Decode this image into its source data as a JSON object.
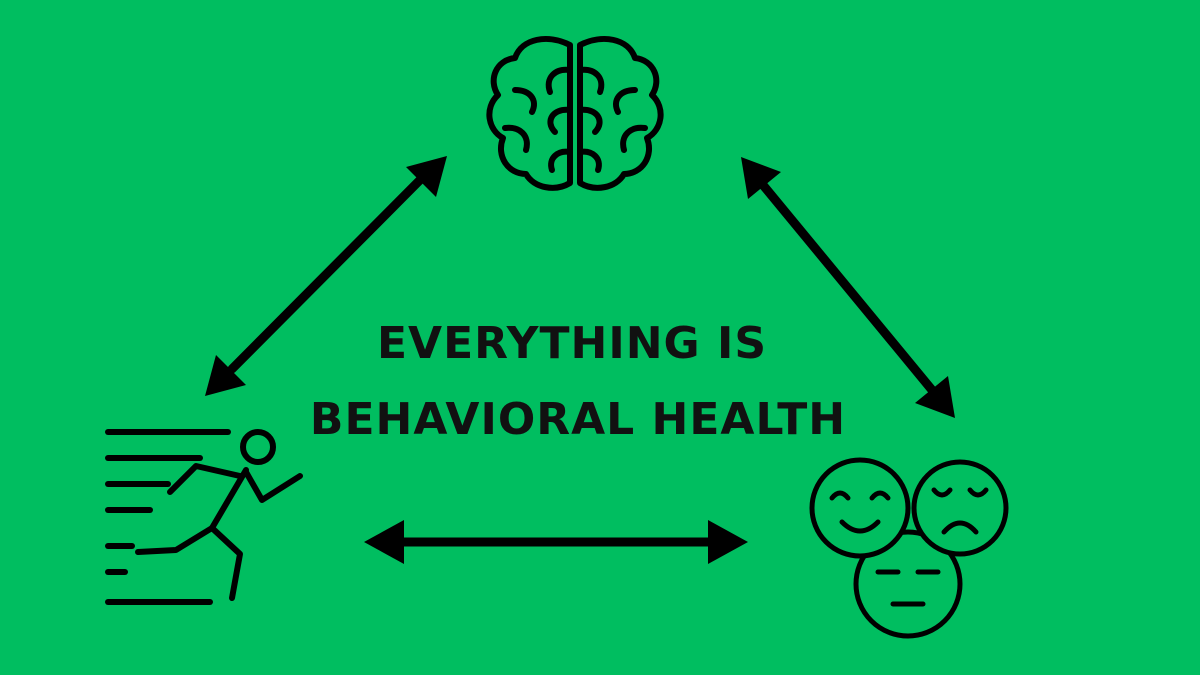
{
  "colors": {
    "background": "#00BE60",
    "ink": "#000000",
    "text": "#111111"
  },
  "headline": {
    "line1": "EVERYTHING IS",
    "line2": "BEHAVIORAL HEALTH"
  },
  "icons": {
    "top": "brain-icon",
    "left": "running-person-icon",
    "right": "emotion-faces-icon"
  },
  "connections": [
    {
      "from": "brain",
      "to": "running-person",
      "type": "bidirectional"
    },
    {
      "from": "brain",
      "to": "emotion-faces",
      "type": "bidirectional"
    },
    {
      "from": "running-person",
      "to": "emotion-faces",
      "type": "bidirectional"
    }
  ]
}
